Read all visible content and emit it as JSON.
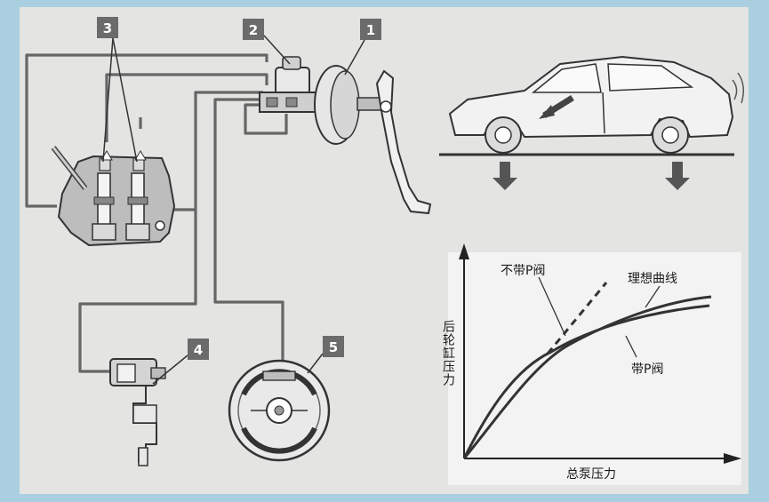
{
  "callouts": [
    "1",
    "2",
    "3",
    "4",
    "5"
  ],
  "graph": {
    "ylabel": "后轮缸压力",
    "xlabel": "总泵压力",
    "curve_labels": {
      "without_valve": "不带P阀",
      "ideal": "理想曲线",
      "with_valve": "带P阀"
    }
  },
  "colors": {
    "frame": "#a9cfe0",
    "panel": "#e4e4e2",
    "badge": "#6b6b6b",
    "line": "#555555"
  }
}
